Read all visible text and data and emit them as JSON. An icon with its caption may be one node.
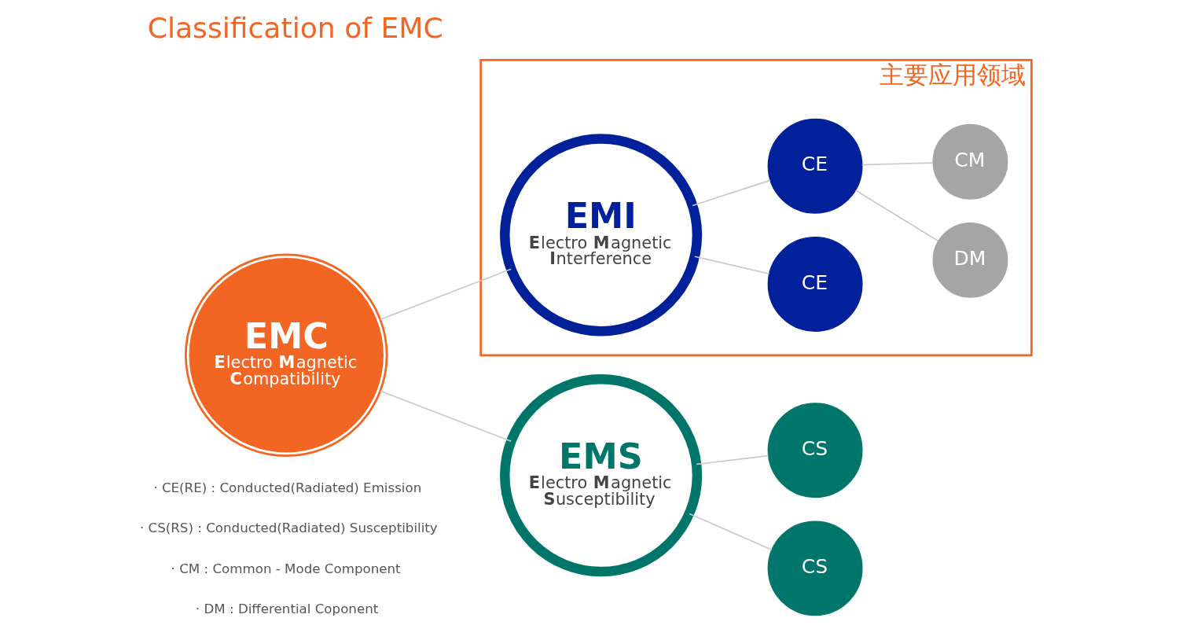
{
  "diagram": {
    "title": "Classification of EMC",
    "nodes": [
      {
        "text": [
          "EMC",
          "**E**lectro **M**agnetic **C**ompatibility"
        ]
      },
      {
        "text": [
          "主要应用领域"
        ]
      },
      {
        "text": [
          "EMI",
          "**E**lectro **M**agnetic **I**nterference"
        ],
        "in": 1
      },
      {
        "text": [
          "CE"
        ],
        "in": 1
      },
      {
        "text": [
          "CE"
        ],
        "in": 1
      },
      {
        "text": [
          "CM"
        ],
        "in": 1
      },
      {
        "text": [
          "DM"
        ],
        "in": 1
      },
      {
        "text": [
          "EMS",
          "**E**lectro **M**agnetic **S**usceptibility"
        ]
      },
      {
        "text": [
          "CS"
        ]
      },
      {
        "text": [
          "CS"
        ]
      }
    ],
    "edges": [
      {
        "from": 0,
        "to": 2,
        "arrow": "none"
      },
      {
        "from": 0,
        "to": 7,
        "arrow": "none"
      },
      {
        "from": 2,
        "to": 3,
        "arrow": "none"
      },
      {
        "from": 2,
        "to": 4,
        "arrow": "none"
      },
      {
        "from": 3,
        "to": 5,
        "arrow": "none"
      },
      {
        "from": 3,
        "to": 6,
        "arrow": "none"
      },
      {
        "from": 7,
        "to": 8,
        "arrow": "none"
      },
      {
        "from": 7,
        "to": 9,
        "arrow": "none"
      }
    ],
    "labels": [
      "· CE(RE) : Conducted(Radiated) Emission",
      "· CS(RS) : Conducted(Radiated) Susceptibility",
      "· CM : Common - Mode Component",
      "· DM : Differential Coponent"
    ]
  }
}
